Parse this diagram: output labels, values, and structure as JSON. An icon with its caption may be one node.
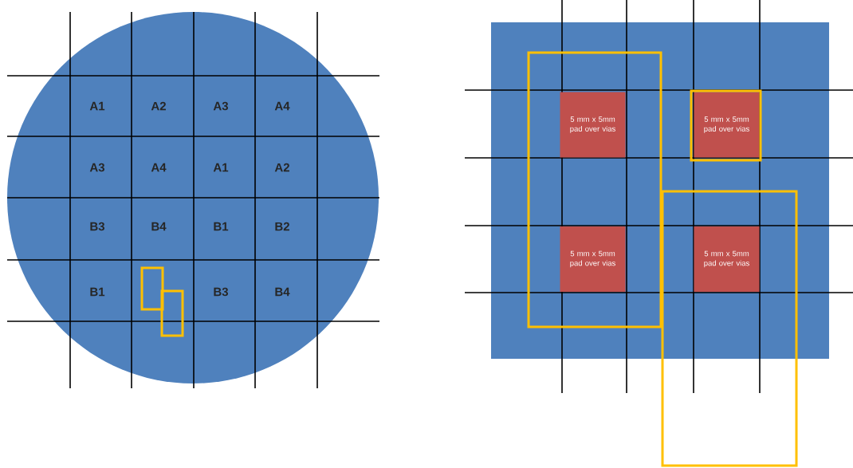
{
  "diagram": {
    "nodes": [
      {
        "text": [
          "5 mm x 5mm pad over vias"
        ]
      },
      {
        "text": [
          "5 mm x 5mm pad over vias"
        ]
      },
      {
        "text": [
          "5 mm x 5mm pad over vias"
        ]
      },
      {
        "text": [
          "5 mm x 5mm pad over vias"
        ]
      }
    ],
    "labels": [
      "A1",
      "A2",
      "A3",
      "A4",
      "A3",
      "A4",
      "A1",
      "A2",
      "B3",
      "B4",
      "B1",
      "B2",
      "B1",
      "B3",
      "B4"
    ]
  }
}
